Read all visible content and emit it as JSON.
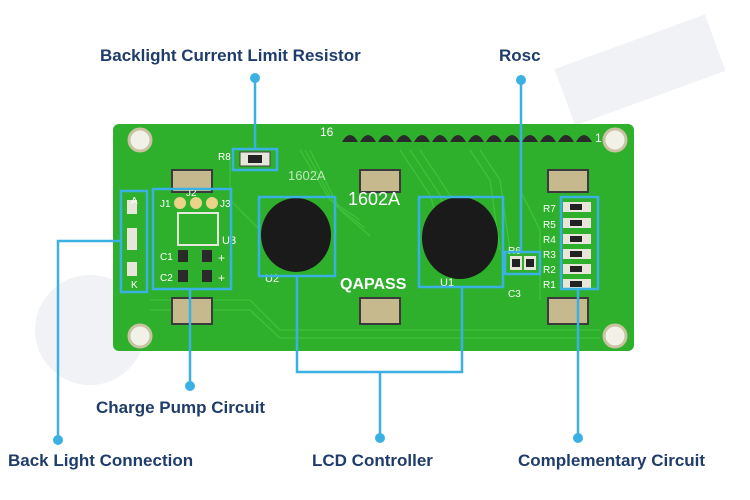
{
  "labels": {
    "backlight_resistor": "Backlight Current Limit Resistor",
    "rosc": "Rosc",
    "charge_pump": "Charge Pump Circuit",
    "backlight_connection": "Back Light Connection",
    "lcd_controller": "LCD Controller",
    "complementary": "Complementary Circuit"
  },
  "board": {
    "pin16": "16",
    "pin1": "1",
    "model_top": "1602A",
    "model_center": "1602A",
    "brand": "QAPASS",
    "u1": "U1",
    "u2": "U2",
    "u3": "U3",
    "j1": "J1",
    "j2": "J2",
    "j3": "J3",
    "c1": "C1",
    "c2": "C2",
    "c3": "C3",
    "r6": "R6",
    "r8": "R8",
    "a": "A",
    "k": "K",
    "plus1": "+",
    "plus2": "+",
    "resistors": [
      "R7",
      "R5",
      "R4",
      "R3",
      "R2",
      "R1"
    ]
  },
  "colors": {
    "pcb": "#2eb02c",
    "pcb_dark": "#1f8a20",
    "annotation": "#3bb1e3",
    "label_text": "#1f3c6b"
  }
}
